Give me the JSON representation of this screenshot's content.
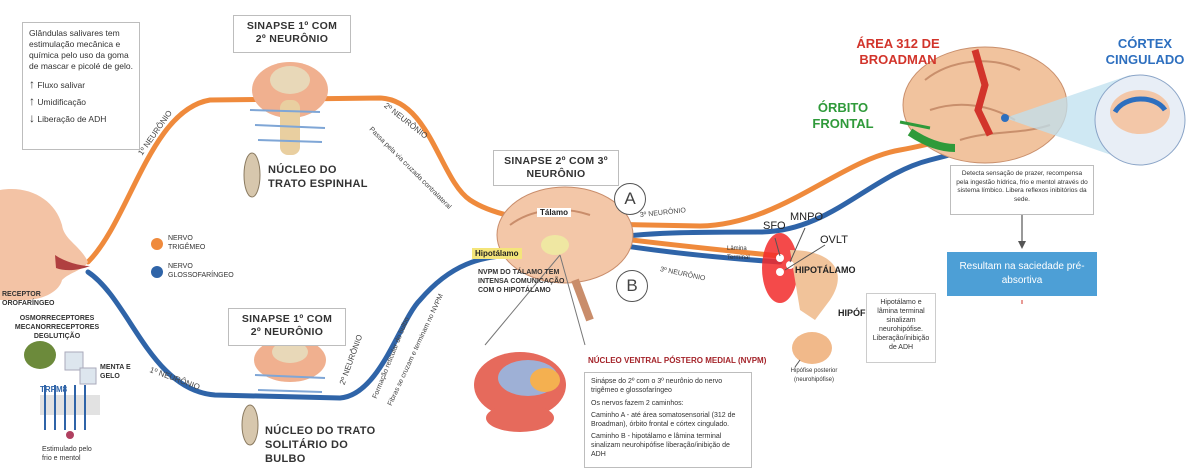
{
  "info_box": {
    "text": "Glândulas salivares tem estimulação mecânica e química pelo uso da goma de mascar e picolé de gelo.",
    "items": [
      {
        "arrow": "↑",
        "label": "Fluxo salivar"
      },
      {
        "arrow": "↑",
        "label": "Umidificação"
      },
      {
        "arrow": "↓",
        "label": "Liberação de ADH"
      }
    ]
  },
  "sinapse_top": "SINAPSE 1º COM 2º NEURÔNIO",
  "sinapse_bottom": "SINAPSE 1º COM 2º NEURÔNIO",
  "sinapse_mid": "SINAPSE 2º COM 3º NEURÔNIO",
  "nucleo_espinhal": "NÚCLEO DO TRATO ESPINHAL",
  "nucleo_solitario": "NÚCLEO DO TRATO SOLITÁRIO DO BULBO",
  "legend": {
    "trigemeo": "NERVO TRIGÊMEO",
    "glosso": "NERVO GLOSSOFARÍNGEO"
  },
  "path_labels": {
    "primeiro_top": "1º NEURÔNIO",
    "segundo_top": "2º NEURÔNIO",
    "passa": "Passa pela via cruzada contralateral",
    "primeiro_bottom": "1º NEURÔNIO",
    "segundo_bottom": "2º NEURÔNIO",
    "formacao": "Formação reticular do bulbo",
    "fibras": "Fibras se cruzam e terminam no NVPM",
    "terceiro_a": "3º NEURÔNIO",
    "terceiro_b": "3º NEURÔNIO"
  },
  "left_labels": {
    "receptor": "RECEPTOR OROFARÍNGEO",
    "osmo": "OSMORRECEPTORES MECANORRECEPTORES DEGLUTIÇÃO",
    "menta": "MENTA E GELO",
    "trpm8": "TRPM8",
    "estimulado": "Estimulado pelo frio e mentol"
  },
  "thalamus": {
    "talamo": "Tálamo",
    "hipotalamo": "Hipotálamo",
    "nvpm": "NVPM DO TÁLAMO TEM INTENSA COMUNICAÇÃO COM O HIPOTÁLAMO"
  },
  "nvpm_box": {
    "title": "NÚCLEO VENTRAL PÓSTERO MEDIAL (NVPM)",
    "p1": "Sinápse do 2º com o 3º neurônio do nervo trigêmeo e glossofaríngeo",
    "p2": "Os nervos fazem 2 caminhos:",
    "p3": "Caminho A - até área somatosensorial (312 de Broadman), órbito frontal e córtex cingulado.",
    "p4": "Caminho B - hipotálamo e lâmina terminal sinalizam neurohipófise liberação/inibição de ADH"
  },
  "path_a": "A",
  "path_b": "B",
  "hypothal": {
    "sfo": "SFO",
    "mnpo": "MNPO",
    "ovlt": "OVLT",
    "lamina": "Lâmina Terminal",
    "hipotalamo": "HIPOTÁLAMO",
    "hipofise": "HIPÓFISE",
    "posterior": "Hipófise posterior (neurohipófise)"
  },
  "hypo_box": "Hipotálamo e lâmina terminal sinalizam neurohipófise. Liberação/inibição de ADH",
  "brain": {
    "area312": "ÁREA 312 DE BROADMAN",
    "orbito": "ÓRBITO FRONTAL",
    "cortex": "CÓRTEX CINGULADO"
  },
  "detect_box": "Detecta sensação de prazer, recompensa pela ingestão hídrica, frio e mentol através do sistema límbico. Libera reflexos inibitórios da sede.",
  "result_box": "Resultam na saciedade pré-absortiva",
  "colors": {
    "orange": "#ef8a3c",
    "blue": "#2f64a8",
    "result": "#4d9fd6",
    "red": "#d2342b",
    "green": "#2f9a3a"
  }
}
